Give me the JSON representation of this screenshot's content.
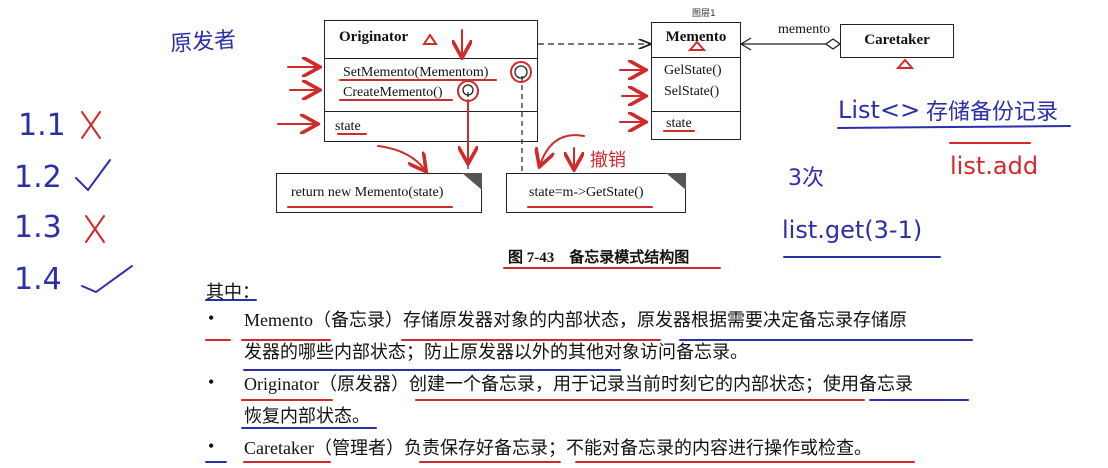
{
  "diagram": {
    "top_partial_text": "",
    "originator": {
      "title": "Originator",
      "methods": [
        "SetMemento(Mementom)",
        "CreateMemento()"
      ],
      "attributes": [
        "state"
      ]
    },
    "memento": {
      "title": "Memento",
      "methods": [
        "GelState()",
        "SelState()"
      ],
      "attributes": [
        "state"
      ],
      "tiny_label": "图层1"
    },
    "caretaker": {
      "title": "Caretaker",
      "assoc_label": "memento"
    },
    "note_left": "return new Memento(state)",
    "note_right": "state=m->GetState()",
    "caption": "图 7-43    备忘录模式结构图"
  },
  "handwriting": {
    "left_label": "原发者",
    "list": [
      {
        "id": "1.1",
        "mark": "✕"
      },
      {
        "id": "1.2",
        "mark": "✓"
      },
      {
        "id": "1.3",
        "mark": "✕"
      },
      {
        "id": "1.4",
        "mark": "✓"
      }
    ],
    "list_text": "List<>",
    "store_text": "存储备份记录",
    "add_text": "list.add",
    "times_text": "3次",
    "get_text": "list.get(3-1)",
    "right_note": "撤销"
  },
  "text": {
    "intro": "其中：",
    "bullets": [
      {
        "term": "Memento",
        "paren": "（备忘录）",
        "line1": "存储原发器对象的内部状态，原发器根据需要决定备忘录存储原",
        "line2": "发器的哪些内部状态；防止原发器以外的其他对象访问备忘录。"
      },
      {
        "term": "Originator",
        "paren": "（原发器）",
        "line1": "创建一个备忘录，用于记录当前时刻它的内部状态；使用备忘录",
        "line2": "恢复内部状态。"
      },
      {
        "term": "Caretaker",
        "paren": "（管理者）",
        "line1": "负责保存好备忘录；不能对备忘录的内容进行操作或检查。",
        "line2": ""
      }
    ]
  }
}
